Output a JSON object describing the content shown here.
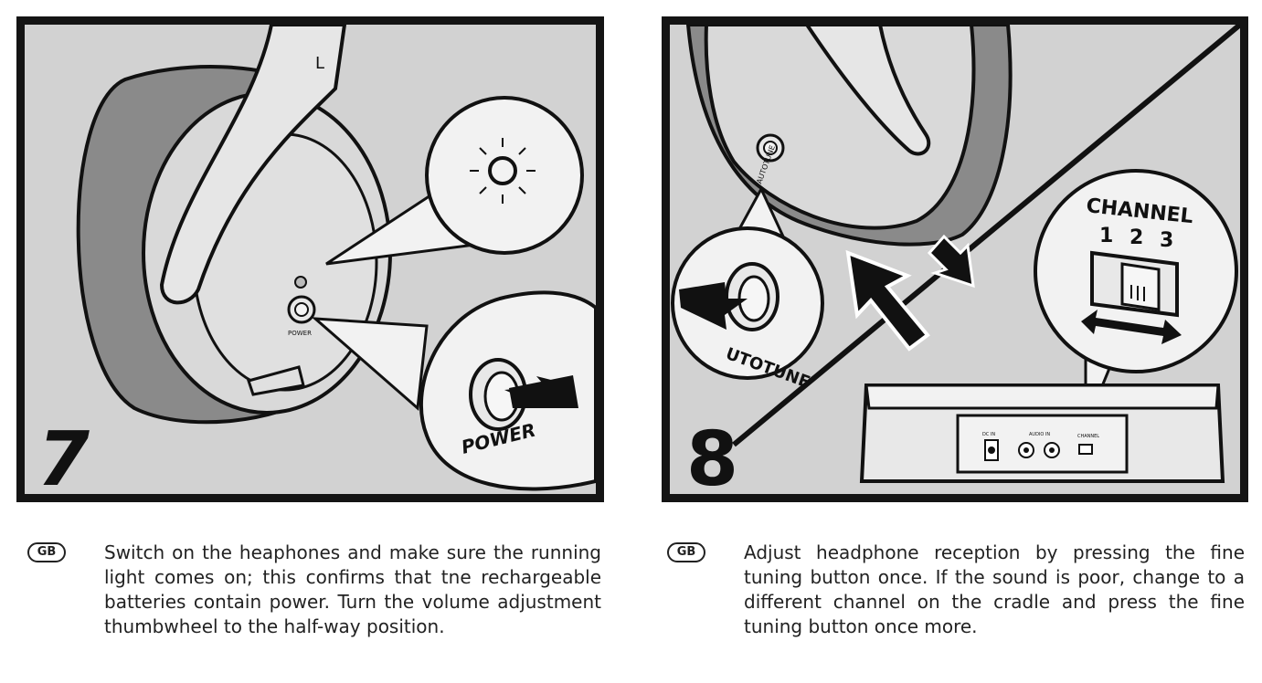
{
  "step7": {
    "number": "7",
    "earcup_side_label": "L",
    "small_power_label": "POWER",
    "zoom_power_label": "POWER",
    "region_badge": "GB",
    "caption": "Switch on the heaphones and make sure the running light comes on; this confirms that tne rechargeable batteries contain power. Turn the volume adjustment thumbwheel to the half-way position."
  },
  "step8": {
    "number": "8",
    "small_autotune_label": "AUTOTUNE",
    "zoom_autotune_label": "UTOTUNE",
    "channel_title": "CHANNEL",
    "channel_numbers": [
      "1",
      "2",
      "3"
    ],
    "base_label_dcin": "DC IN",
    "base_label_audio": "AUDIO IN",
    "base_label_channel": "CHANNEL",
    "region_badge": "GB",
    "caption": "Adjust headphone reception by pressing the fine tuning button once. If the sound is poor, change to a different channel on the cradle and press the fine tuning button once more."
  },
  "colors": {
    "panel_background": "#d2d2d2",
    "panel_border": "#141414",
    "cushion": "#8a8a8a",
    "zoom_circle": "#f2f2f2"
  }
}
